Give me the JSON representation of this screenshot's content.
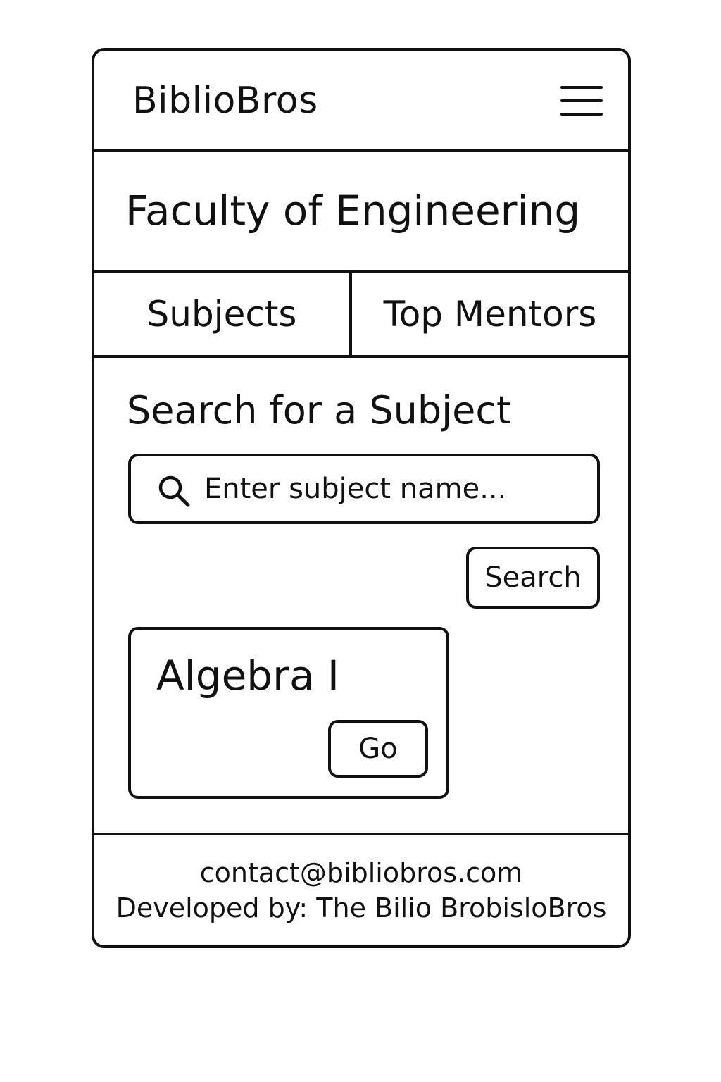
{
  "header": {
    "brand": "BiblioBros",
    "menu_icon": "hamburger-menu-icon"
  },
  "page": {
    "faculty_title": "Faculty of Engineering"
  },
  "tabs": [
    {
      "label": "Subjects"
    },
    {
      "label": "Top Mentors"
    }
  ],
  "search": {
    "heading": "Search for a Subject",
    "placeholder": "Enter subject name...",
    "value": "",
    "icon": "search-icon",
    "button_label": "Search"
  },
  "results": [
    {
      "title": "Algebra I",
      "action_label": "Go"
    }
  ],
  "footer": {
    "email": "contact@bibliobros.com",
    "credit": "Developed by: The Bilio BrobisloBros"
  }
}
